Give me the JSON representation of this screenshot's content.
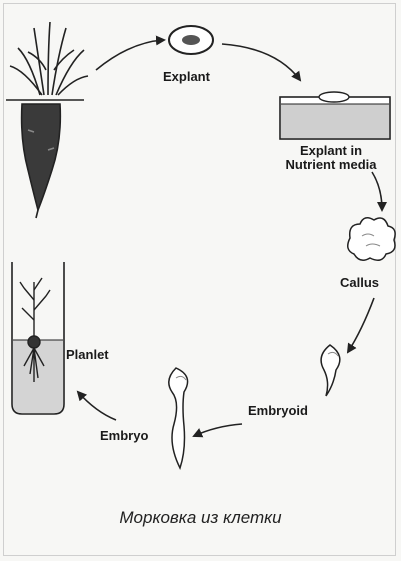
{
  "labels": {
    "explant": "Explant",
    "explant_media": "Explant in Nutrient media",
    "callus": "Callus",
    "embryoid": "Embryoid",
    "embryo": "Embryo",
    "planlet": "Planlet"
  },
  "caption": "Морковка из клетки"
}
